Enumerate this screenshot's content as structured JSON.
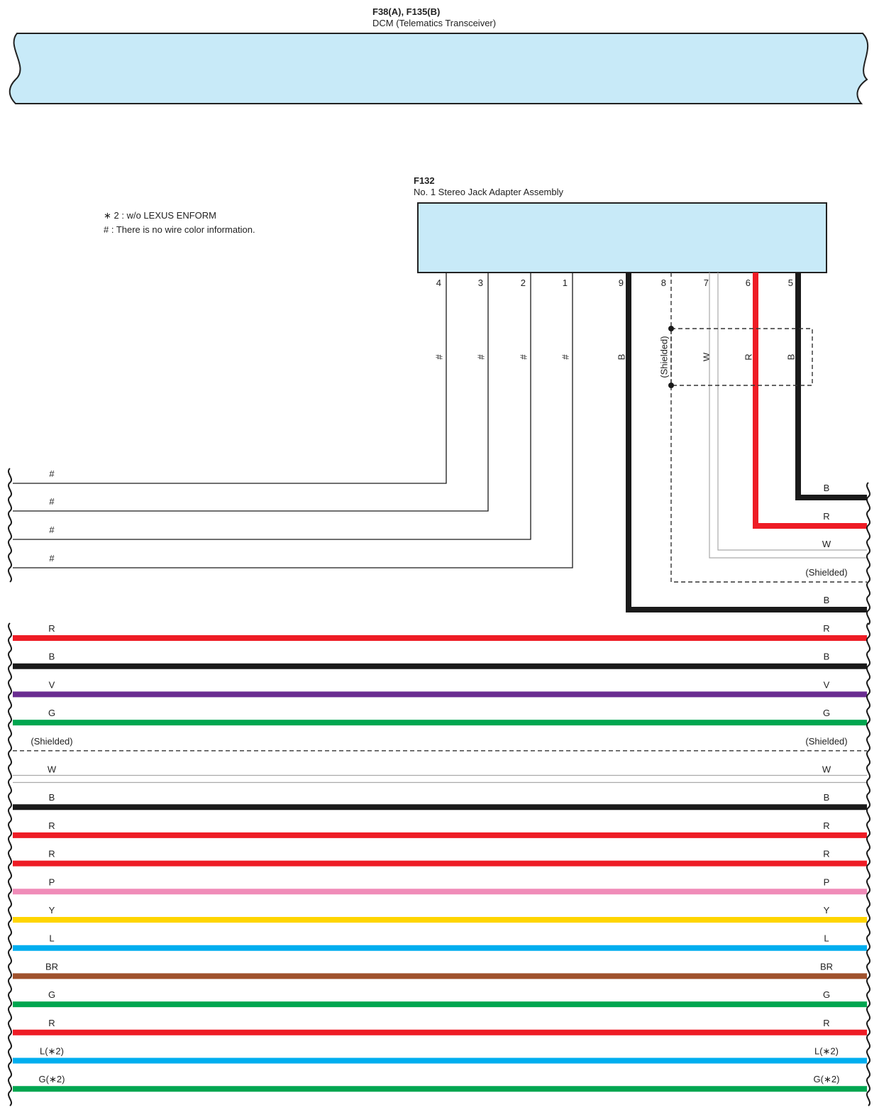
{
  "top_connector": {
    "code": "F38(A), F135(B)",
    "name": "DCM (Telematics Transceiver)",
    "fill_color": "#c8eaf8"
  },
  "f132_connector": {
    "code": "F132",
    "name": "No.  1 Stereo Jack Adapter Assembly",
    "fill_color": "#c8eaf8"
  },
  "legend": {
    "note_star2": "∗ 2 : w/o LEXUS ENFORM",
    "note_hash": "# : There is no wire color information."
  },
  "pins": [
    {
      "num": "4",
      "wire_label": "#"
    },
    {
      "num": "3",
      "wire_label": "#"
    },
    {
      "num": "2",
      "wire_label": "#"
    },
    {
      "num": "1",
      "wire_label": "#"
    },
    {
      "num": "9",
      "wire_label": "B"
    },
    {
      "num": "8",
      "wire_label": "(Shielded)"
    },
    {
      "num": "7",
      "wire_label": "W"
    },
    {
      "num": "6",
      "wire_label": "R"
    },
    {
      "num": "5",
      "wire_label": "B"
    }
  ],
  "left_wire_labels": [
    "#",
    "#",
    "#",
    "#"
  ],
  "right_wire_labels": [
    "B",
    "R",
    "W",
    "(Shielded)",
    "B"
  ],
  "through_wires": [
    {
      "left": "R",
      "right": "R",
      "color": "#ee1c25",
      "style": "thick"
    },
    {
      "left": "B",
      "right": "B",
      "color": "#1a1a1a",
      "style": "thick"
    },
    {
      "left": "V",
      "right": "V",
      "color": "#6a2c91",
      "style": "thick"
    },
    {
      "left": "G",
      "right": "G",
      "color": "#00a650",
      "style": "thick"
    },
    {
      "left": "(Shielded)",
      "right": "(Shielded)",
      "color": "#333333",
      "style": "shield"
    },
    {
      "left": "W",
      "right": "W",
      "color": "#aaaaaa",
      "style": "white"
    },
    {
      "left": "B",
      "right": "B",
      "color": "#1a1a1a",
      "style": "thick"
    },
    {
      "left": "R",
      "right": "R",
      "color": "#ee1c25",
      "style": "thick"
    },
    {
      "left": "R",
      "right": "R",
      "color": "#ee1c25",
      "style": "thick"
    },
    {
      "left": "P",
      "right": "P",
      "color": "#f08cb8",
      "style": "thick"
    },
    {
      "left": "Y",
      "right": "Y",
      "color": "#ffd500",
      "style": "thick"
    },
    {
      "left": "L",
      "right": "L",
      "color": "#00aeef",
      "style": "thick"
    },
    {
      "left": "BR",
      "right": "BR",
      "color": "#a0522d",
      "style": "thick"
    },
    {
      "left": "G",
      "right": "G",
      "color": "#00a650",
      "style": "thick"
    },
    {
      "left": "R",
      "right": "R",
      "color": "#ee1c25",
      "style": "thick"
    },
    {
      "left": "L(∗2)",
      "right": "L(∗2)",
      "color": "#00aeef",
      "style": "thick"
    },
    {
      "left": "G(∗2)",
      "right": "G(∗2)",
      "color": "#00a650",
      "style": "thick"
    }
  ]
}
